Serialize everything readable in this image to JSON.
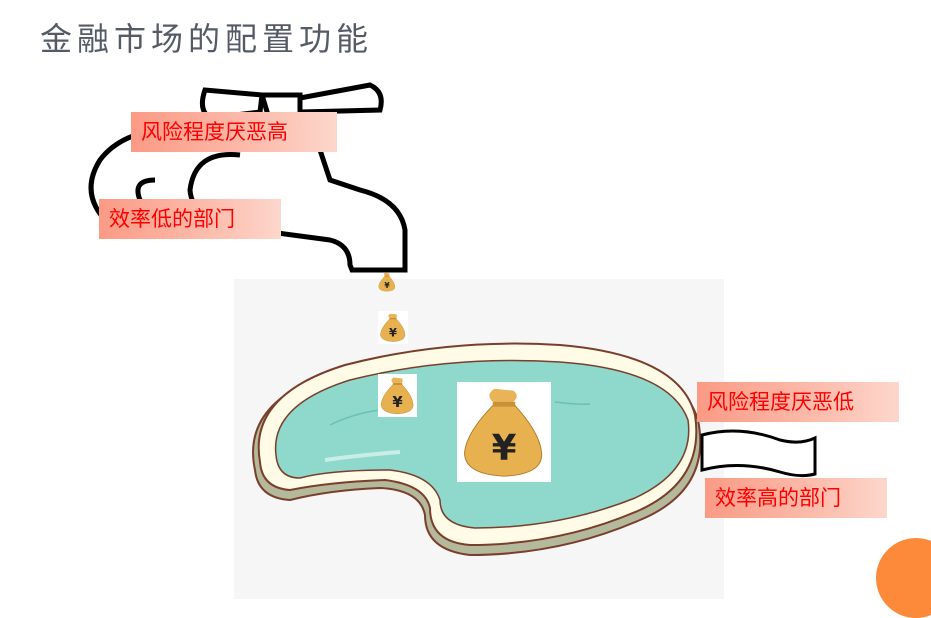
{
  "slide": {
    "title": "金融市场的配置功能",
    "labels": {
      "source_risk": "风险程度厌恶高",
      "source_efficiency": "效率低的部门",
      "target_risk": "风险程度厌恶低",
      "target_efficiency": "效率高的部门"
    },
    "colors": {
      "accent": "#fd8a3a",
      "label_text": "#ff0000",
      "water": "#8fd9cc"
    }
  }
}
